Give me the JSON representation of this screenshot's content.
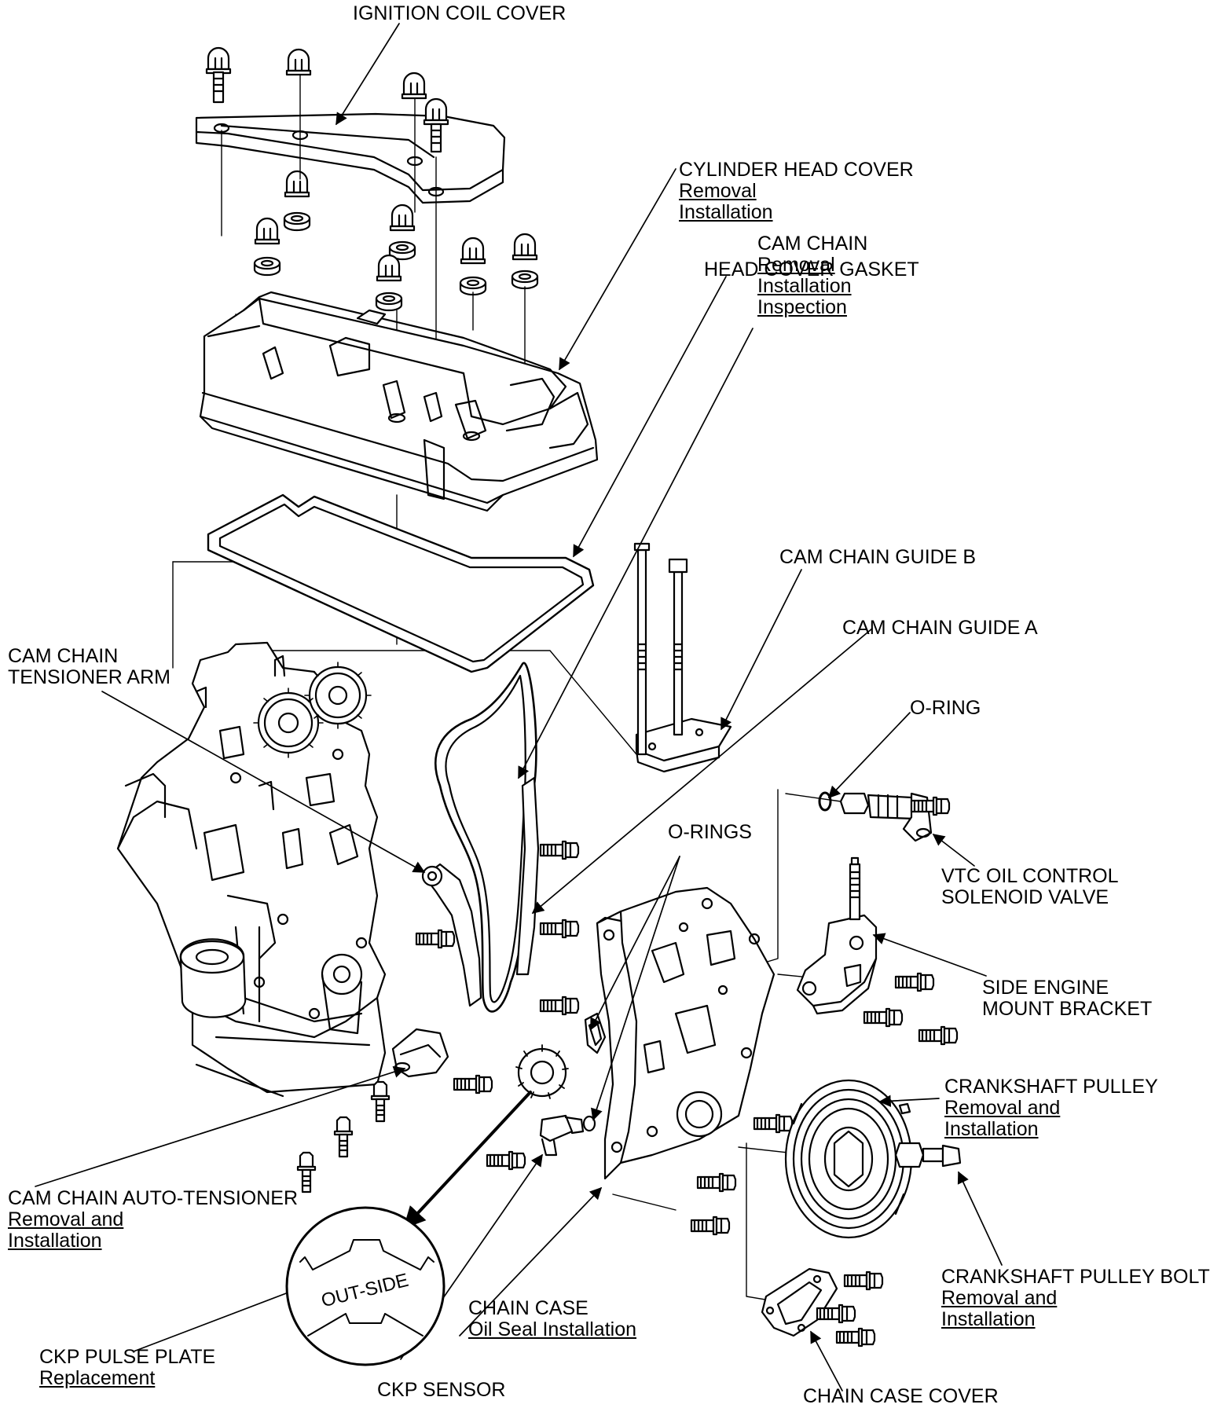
{
  "labels": {
    "ignition_coil_cover": {
      "title": "IGNITION COIL COVER"
    },
    "cylinder_head_cover": {
      "title": "CYLINDER HEAD COVER",
      "links": [
        "Removal",
        "Installation"
      ]
    },
    "head_cover_gasket": {
      "title": "HEAD COVER GASKET"
    },
    "cam_chain": {
      "title": "CAM CHAIN",
      "links": [
        "Removal",
        "Installation",
        "Inspection"
      ]
    },
    "cam_chain_guide_b": {
      "title": "CAM CHAIN GUIDE B"
    },
    "cam_chain_guide_a": {
      "title": "CAM CHAIN GUIDE A"
    },
    "cam_chain_tensioner_arm": {
      "title_lines": [
        "CAM CHAIN",
        "TENSIONER ARM"
      ]
    },
    "o_ring": {
      "title": "O-RING"
    },
    "o_rings": {
      "title": "O-RINGS"
    },
    "vtc_solenoid": {
      "title_lines": [
        "VTC OIL CONTROL",
        "SOLENOID VALVE"
      ]
    },
    "side_engine_mount_bracket": {
      "title_lines": [
        "SIDE ENGINE",
        "MOUNT BRACKET"
      ]
    },
    "crankshaft_pulley": {
      "title": "CRANKSHAFT PULLEY",
      "links": [
        "Removal and",
        "Installation"
      ]
    },
    "cam_chain_auto_tensioner": {
      "title": "CAM CHAIN AUTO-TENSIONER",
      "links": [
        "Removal and",
        "Installation"
      ]
    },
    "crankshaft_pulley_bolt": {
      "title": "CRANKSHAFT PULLEY BOLT",
      "links": [
        "Removal and",
        "Installation"
      ]
    },
    "chain_case": {
      "title": "CHAIN CASE",
      "links": [
        "Oil Seal Installation"
      ]
    },
    "ckp_pulse_plate": {
      "title": "CKP PULSE PLATE",
      "links": [
        "Replacement"
      ]
    },
    "ckp_sensor": {
      "title": "CKP SENSOR"
    },
    "chain_case_cover": {
      "title": "CHAIN CASE COVER"
    }
  },
  "inset": {
    "marking": "OUT-SIDE"
  }
}
